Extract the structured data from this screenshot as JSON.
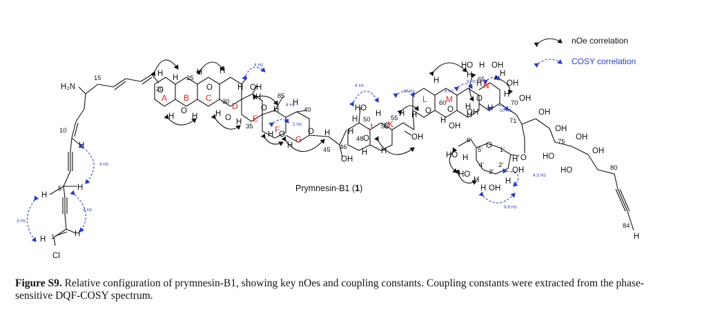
{
  "legend": {
    "noe": "nOe correlation",
    "cosy": "COSY correlation"
  },
  "colors": {
    "noe": "#111111",
    "cosy": "#2a3cc0",
    "ring_labels": "#e0201b"
  },
  "compound_label": {
    "name": "Prymnesin-B1 (",
    "number": "1",
    "close": ")"
  },
  "ring_labels": [
    "A",
    "B",
    "C",
    "D",
    "E",
    "F",
    "G",
    "J",
    "K",
    "L",
    "M",
    "N"
  ],
  "substituents": {
    "amine": "H₂N",
    "chlorine": "Cl",
    "hydroxyl": "OH",
    "hydroxyl_left": "HO"
  },
  "carbon_numbers": [
    "1",
    "5",
    "10",
    "15",
    "20",
    "25",
    "30",
    "35",
    "40",
    "45",
    "46",
    "48",
    "50",
    "52",
    "55",
    "60",
    "65",
    "70",
    "71",
    "75",
    "80",
    "84",
    "85"
  ],
  "sugar_numbers": [
    "1'",
    "2'",
    "3'",
    "4'",
    "5'",
    "6'"
  ],
  "coupling_constants": {
    "j_3": "3 Hz",
    "j_4a": "4 Hz",
    "j_4b": "4 Hz",
    "j_4c": "4 Hz",
    "j_4d": "4 Hz",
    "j_4e": "4 Hz",
    "j_4f": "4 Hz",
    "j_5": "5 Hz",
    "j_9": "9 Hz",
    "j_10a": "10 Hz",
    "j_10b": "10 Hz",
    "j_4_5": "4.5 Hz",
    "j_9_8": "9.8 Hz"
  },
  "caption": {
    "label": "Figure S9.",
    "text": " Relative configuration of prymnesin-B1, showing key nOes and coupling constants. Coupling constants were extracted from the phase-sensitive DQF-COSY spectrum."
  }
}
